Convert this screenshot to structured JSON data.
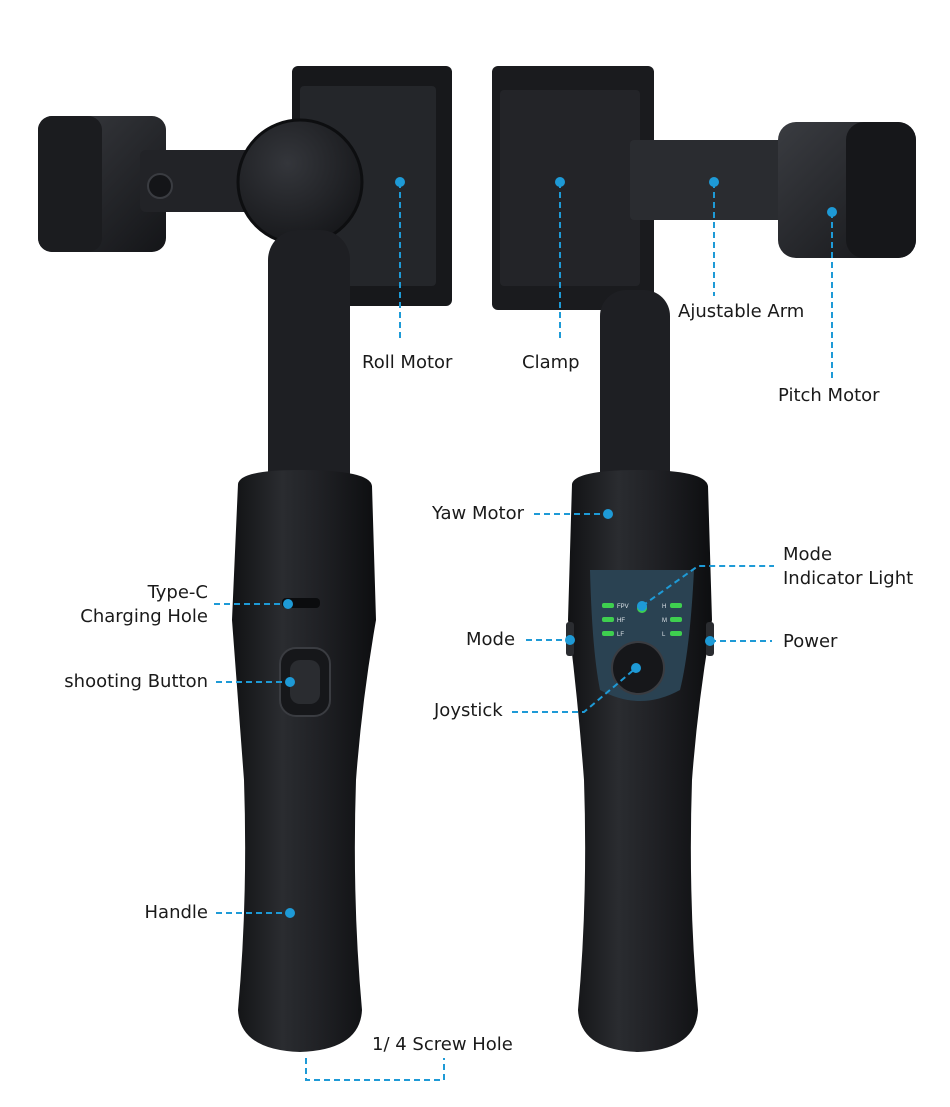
{
  "colors": {
    "background": "#ffffff",
    "callout": "#1e9ad6",
    "body": "#1c1d20",
    "body_highlight": "#3a3c41",
    "panel": "#2a4252",
    "led": "#3ecf4f"
  },
  "labels": {
    "roll_motor": "Roll Motor",
    "clamp": "Clamp",
    "ajustable_arm": "Ajustable Arm",
    "pitch_motor": "Pitch Motor",
    "yaw_motor": "Yaw Motor",
    "mode_indicator_light": "Mode\nIndicator Light",
    "type_c_charging_hole": "Type-C\nCharging Hole",
    "mode": "Mode",
    "power": "Power",
    "shooting_button": "shooting Button",
    "joystick": "Joystick",
    "handle": "Handle",
    "screw_hole": "1/ 4 Screw Hole"
  },
  "panel_text": {
    "left": [
      "FPV",
      "HF",
      "LF"
    ],
    "right": [
      "H",
      "M",
      "L"
    ]
  }
}
